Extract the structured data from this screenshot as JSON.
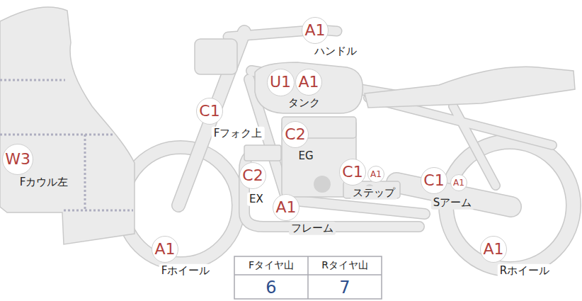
{
  "diagram": {
    "nodes": [
      {
        "text": [
          "A1"
        ]
      },
      {
        "text": [
          "U1"
        ]
      },
      {
        "text": [
          "A1"
        ]
      },
      {
        "text": [
          "C1"
        ]
      },
      {
        "text": [
          "C2"
        ]
      },
      {
        "text": [
          "W3"
        ]
      },
      {
        "text": [
          "C2"
        ]
      },
      {
        "text": [
          "C1"
        ]
      },
      {
        "text": [
          "A1"
        ]
      },
      {
        "text": [
          "C1"
        ]
      },
      {
        "text": [
          "A1"
        ]
      },
      {
        "text": [
          "A1"
        ]
      },
      {
        "text": [
          "A1"
        ]
      },
      {
        "text": [
          "A1"
        ]
      }
    ],
    "labels": [
      "ハンドル",
      "タンク",
      "Fフォク上",
      "EG",
      "Fカウル左",
      "EX",
      "ステップ",
      "Sアーム",
      "フレーム",
      "Fホイール",
      "Fタイヤ山",
      "Rタイヤ山",
      "6",
      "7",
      "Rホイール"
    ]
  }
}
